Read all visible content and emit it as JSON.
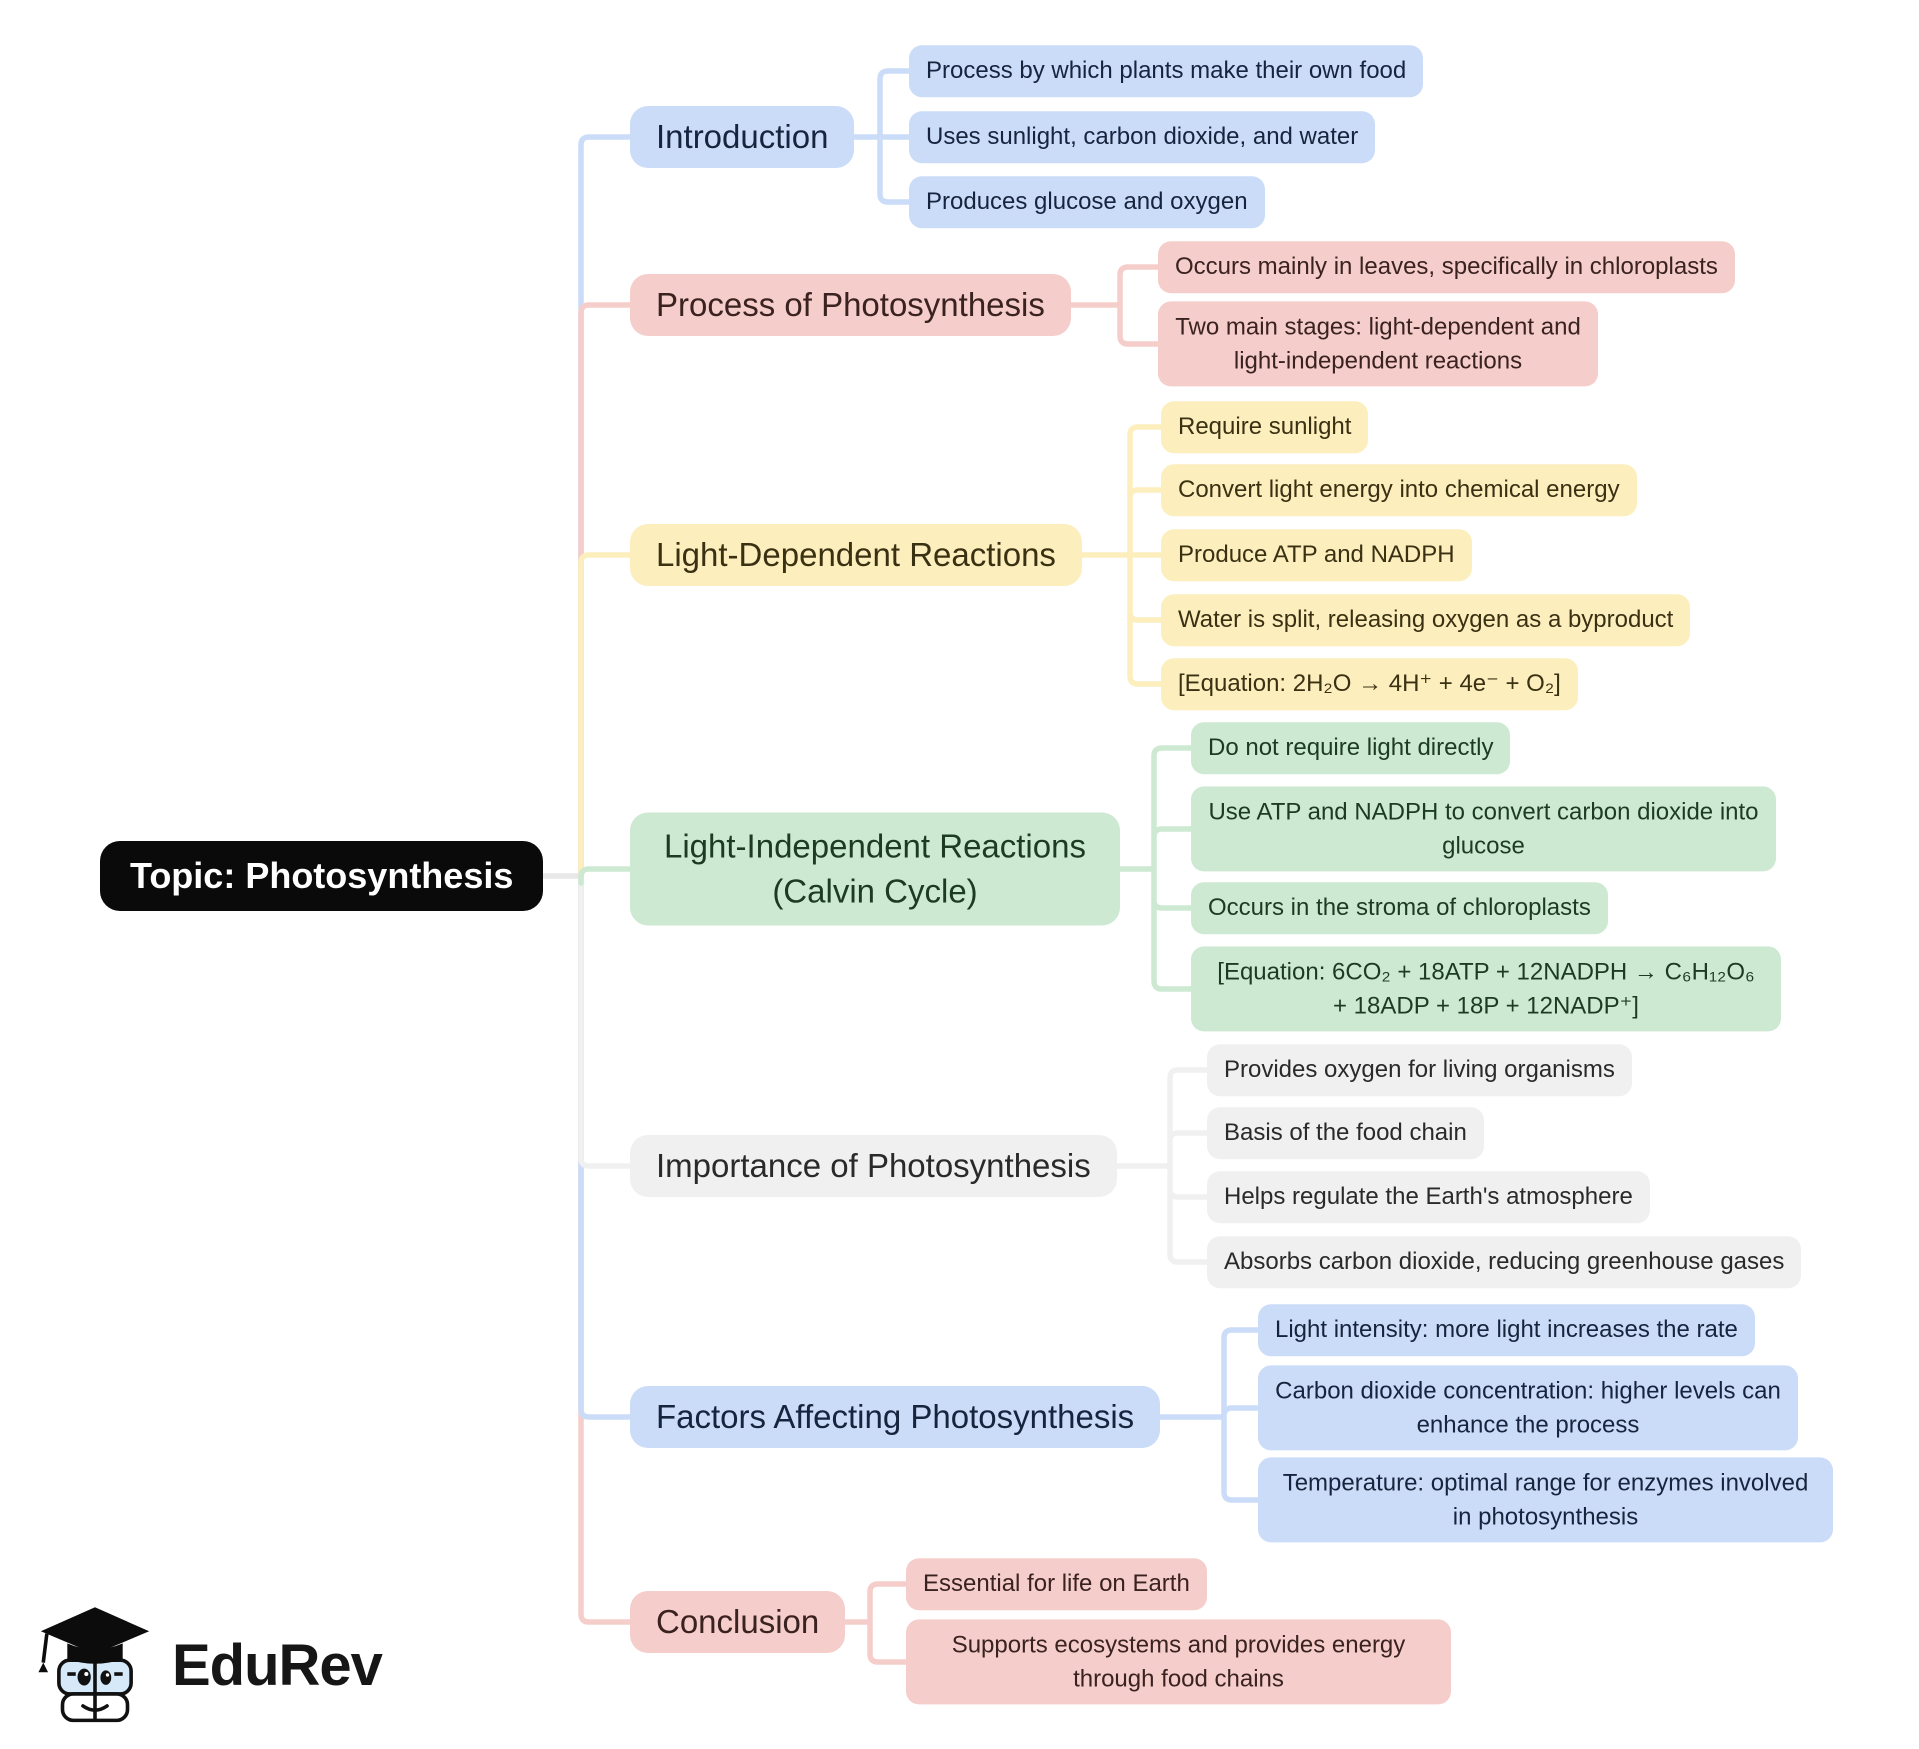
{
  "root": {
    "label": "Topic: Photosynthesis",
    "bg": "#0a0a0a",
    "fg": "#ffffff"
  },
  "branches": [
    {
      "label": "Introduction",
      "color": "#cbdcf8",
      "text_color": "#17243d",
      "children": [
        "Process by which plants make their own food",
        "Uses sunlight, carbon dioxide, and water",
        "Produces glucose and oxygen"
      ]
    },
    {
      "label": "Process of Photosynthesis",
      "color": "#f5cdca",
      "text_color": "#3a2220",
      "children": [
        "Occurs mainly in leaves, specifically in chloroplasts",
        "Two main stages: light-dependent and light-independent reactions"
      ]
    },
    {
      "label": "Light-Dependent Reactions",
      "color": "#fceebd",
      "text_color": "#3a3113",
      "children": [
        "Require sunlight",
        "Convert light energy into chemical energy",
        "Produce ATP and NADPH",
        "Water is split, releasing oxygen as a byproduct",
        "[Equation: 2H₂O → 4H⁺ + 4e⁻ + O₂]"
      ]
    },
    {
      "label": "Light-Independent Reactions (Calvin Cycle)",
      "color": "#cde9d2",
      "text_color": "#1d3a23",
      "children": [
        "Do not require light directly",
        "Use ATP and NADPH to convert carbon dioxide into glucose",
        "Occurs in the stroma of chloroplasts",
        "[Equation: 6CO₂ + 18ATP + 12NADPH → C₆H₁₂O₆ + 18ADP + 18P + 12NADP⁺]"
      ]
    },
    {
      "label": "Importance of Photosynthesis",
      "color": "#f0f0f1",
      "text_color": "#2a2a2a",
      "children": [
        "Provides oxygen for living organisms",
        "Basis of the food chain",
        "Helps regulate the Earth's atmosphere",
        "Absorbs carbon dioxide, reducing greenhouse gases"
      ]
    },
    {
      "label": "Factors Affecting Photosynthesis",
      "color": "#cbdcf8",
      "text_color": "#17243d",
      "children": [
        "Light intensity: more light increases the rate",
        "Carbon dioxide concentration: higher levels can enhance the process",
        "Temperature: optimal range for enzymes involved in photosynthesis"
      ]
    },
    {
      "label": "Conclusion",
      "color": "#f5cdca",
      "text_color": "#3a2220",
      "children": [
        "Essential for life on Earth",
        "Supports ecosystems and provides energy through food chains"
      ]
    }
  ],
  "logo": {
    "brand": "EduRev"
  }
}
